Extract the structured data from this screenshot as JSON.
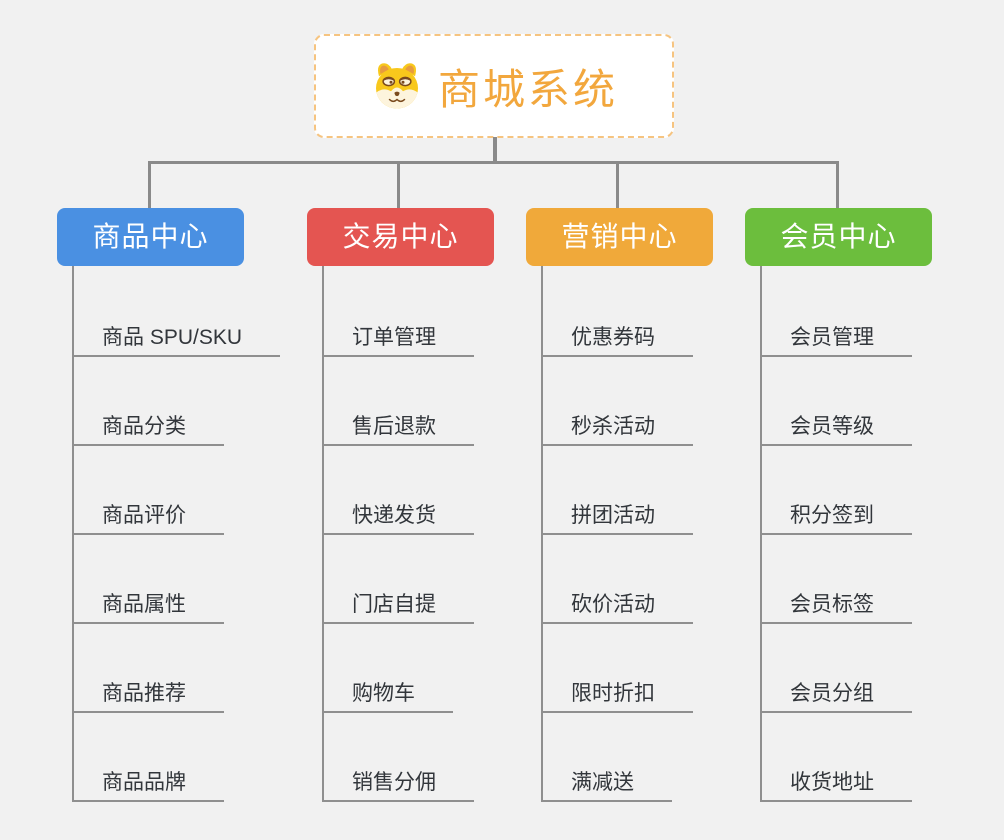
{
  "root": {
    "title": "商城系统",
    "icon": "shiba-dog-icon"
  },
  "branches": [
    {
      "label": "商品中心",
      "color": "#4a90e2",
      "items": [
        "商品 SPU/SKU",
        "商品分类",
        "商品评价",
        "商品属性",
        "商品推荐",
        "商品品牌"
      ]
    },
    {
      "label": "交易中心",
      "color": "#e45551",
      "items": [
        "订单管理",
        "售后退款",
        "快递发货",
        "门店自提",
        "购物车",
        "销售分佣"
      ]
    },
    {
      "label": "营销中心",
      "color": "#f0a93a",
      "items": [
        "优惠券码",
        "秒杀活动",
        "拼团活动",
        "砍价活动",
        "限时折扣",
        "满减送"
      ]
    },
    {
      "label": "会员中心",
      "color": "#6cbe3d",
      "items": [
        "会员管理",
        "会员等级",
        "积分签到",
        "会员标签",
        "会员分组",
        "收货地址"
      ]
    }
  ],
  "palette": {
    "background": "#f1f1f1",
    "root_border": "#f6c480",
    "root_text": "#f2a73d",
    "branch_text": "#ffffff",
    "connector_line": "#8a8a8a",
    "leaf_line": "#8f8f8f",
    "leaf_text": "#32363b"
  }
}
